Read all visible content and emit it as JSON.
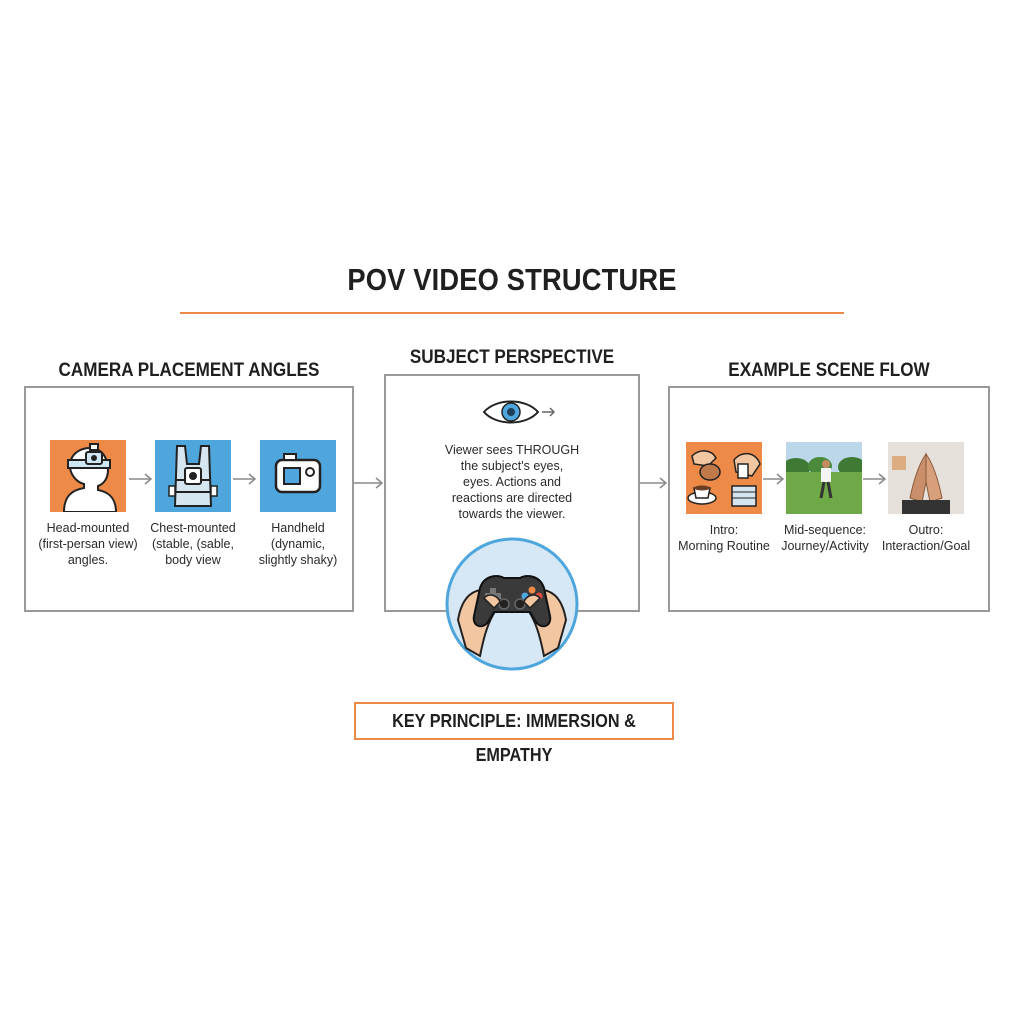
{
  "title": "POV VIDEO STRUCTURE",
  "colors": {
    "accent": "#ee8a47",
    "blue": "#4ea6dc",
    "border": "#9a9a9a"
  },
  "sections": {
    "camera": {
      "title": "CAMERA PLACEMENT ANGLES",
      "items": [
        {
          "icon": "head-mounted-camera-icon",
          "caption_lines": [
            "Head-mounted",
            "(first-persan view)",
            "angles."
          ]
        },
        {
          "icon": "chest-harness-icon",
          "caption_lines": [
            "Chest-mounted",
            "(stable, (sable,",
            "body view"
          ]
        },
        {
          "icon": "handheld-camera-icon",
          "caption_lines": [
            "Handheld",
            "(dynamic,",
            "slightly shaky)"
          ]
        }
      ]
    },
    "subject": {
      "title": "SUBJECT PERSPECTIVE",
      "eye_icon": "eye-icon",
      "description_lines": [
        "Viewer sees THROUGH",
        "the subject's eyes,",
        "eyes. Actions and",
        "reactions are directed",
        "towards the viewer."
      ],
      "controller_icon": "game-controller-hands-icon"
    },
    "scene": {
      "title": "EXAMPLE SCENE FLOW",
      "items": [
        {
          "icon": "morning-routine-image",
          "caption_lines": [
            "Intro:",
            "Morning Routine"
          ]
        },
        {
          "icon": "walking-person-image",
          "caption_lines": [
            "Mid-sequence:",
            "Journey/Activity"
          ]
        },
        {
          "icon": "clasped-hands-image",
          "caption_lines": [
            "Outro:",
            "Interaction/Goal"
          ]
        }
      ]
    }
  },
  "key_principle": "KEY PRINCIPLE: IMMERSION & EMPATHY"
}
